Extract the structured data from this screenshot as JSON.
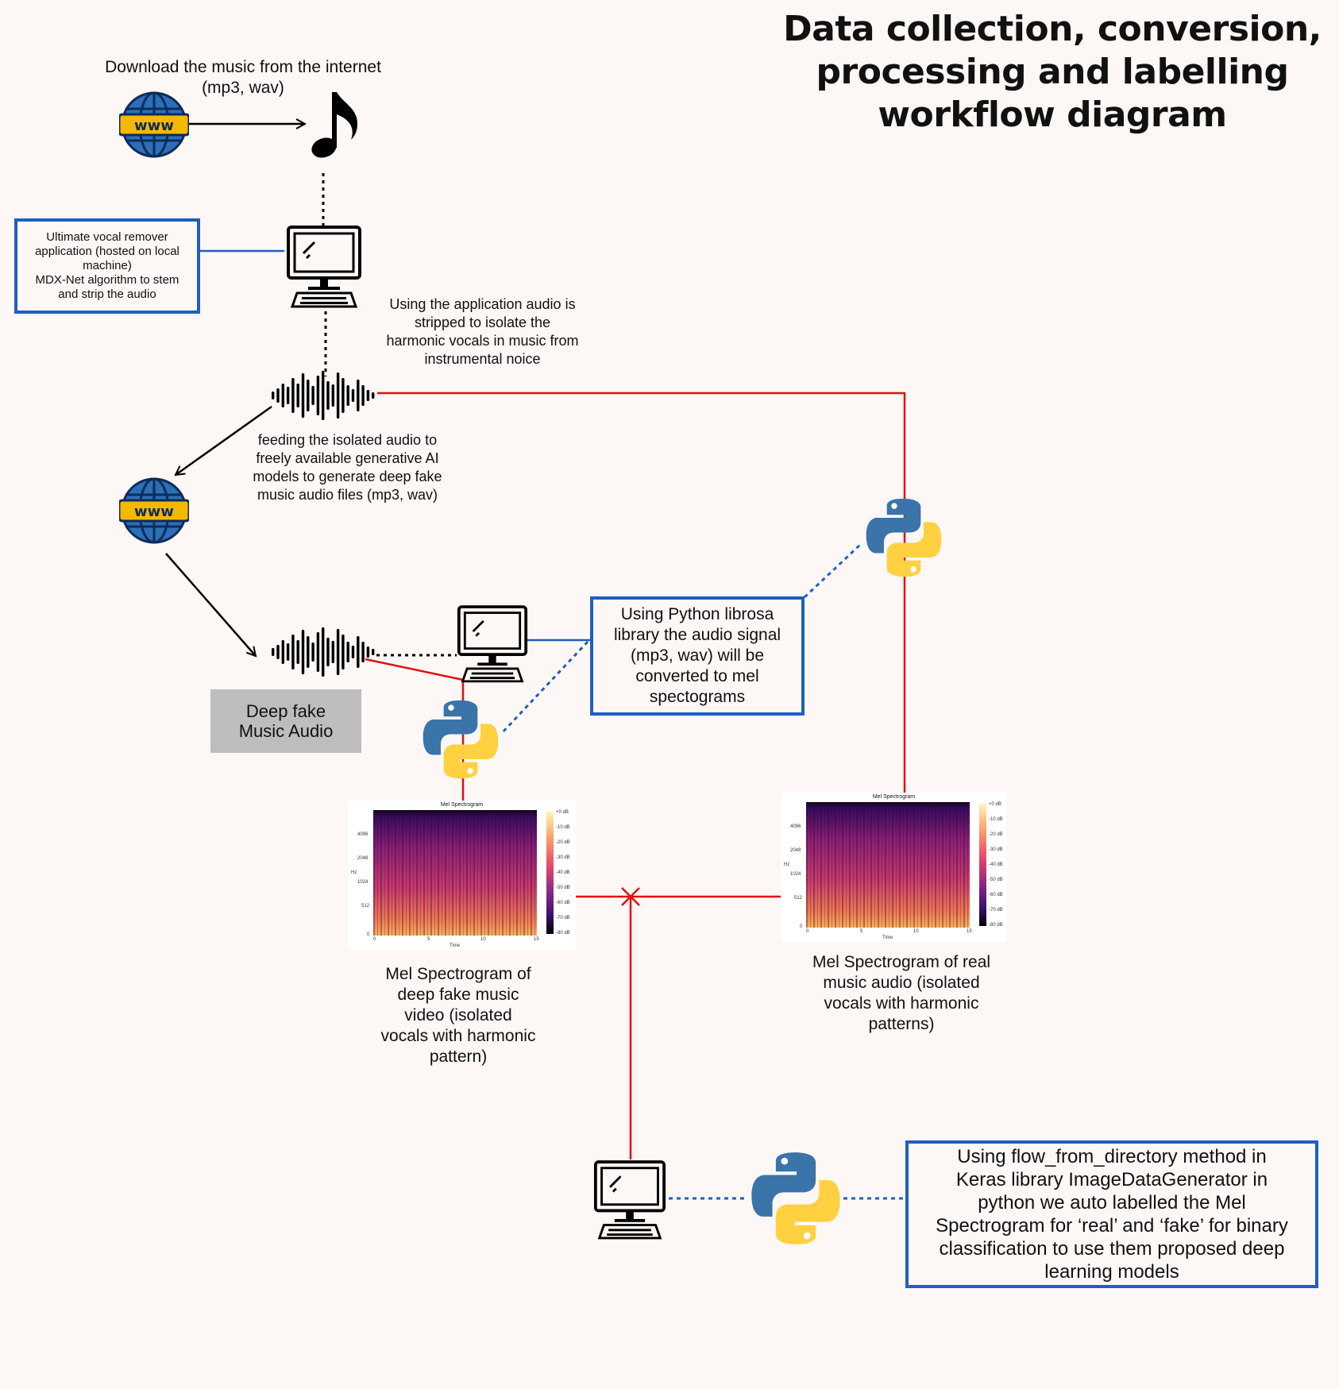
{
  "title": "Data collection, conversion,\nprocessing and labelling\nworkflow diagram",
  "labels": {
    "download": "Download the music from the internet\n(mp3, wav)",
    "uvr": "Ultimate vocal remover\napplication (hosted on local\nmachine)\nMDX-Net algorithm to stem\nand strip the audio",
    "strip": "Using the application audio is\nstripped to isolate the\nharmonic vocals in music from\ninstrumental noice",
    "feeding": "feeding the isolated audio to\nfreely available generative AI\nmodels to generate deep fake\nmusic audio files (mp3, wav)",
    "deepfake_audio": "Deep fake\nMusic Audio",
    "librosa": "Using Python librosa\nlibrary the audio signal\n(mp3, wav) will be\nconverted to mel\nspectograms",
    "fake_spec_caption": "Mel Spectrogram of\ndeep fake music\nvideo (isolated\nvocals with harmonic\npattern)",
    "real_spec_caption": "Mel Spectrogram of real\nmusic audio (isolated\nvocals with harmonic\npatterns)",
    "keras": "Using flow_from_directory method in\nKeras library ImageDataGenerator in\npython we auto labelled the Mel\nSpectrogram for ‘real’ and ‘fake’ for binary\nclassification to use them proposed deep\nlearning models"
  },
  "icons": {
    "globe_text": "www"
  },
  "spectrogram": {
    "title": "Mel Spectrogram",
    "xlabel": "Time",
    "ylabel": "Hz",
    "yticks": [
      "4096",
      "2048",
      "1024",
      "512",
      "0"
    ],
    "xticks": [
      "0",
      "5",
      "10",
      "15"
    ],
    "cbar_ticks": [
      "+0 dB",
      "-10 dB",
      "-20 dB",
      "-30 dB",
      "-40 dB",
      "-50 dB",
      "-60 dB",
      "-70 dB",
      "-80 dB"
    ]
  },
  "colors": {
    "red_line": "#e01010",
    "blue_line": "#1f5fbf",
    "globe_blue": "#2c6fb6",
    "globe_band": "#f5b800",
    "python_blue": "#3a74a8",
    "python_yellow": "#ffd141"
  }
}
